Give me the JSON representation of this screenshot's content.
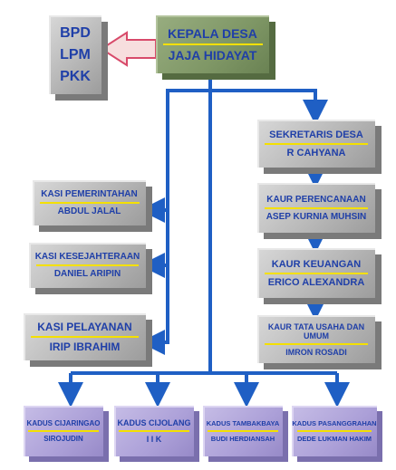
{
  "kepala": {
    "role": "KEPALA DESA",
    "name": "JAJA HIDAYAT"
  },
  "lembaga": [
    "BPD",
    "LPM",
    "PKK"
  ],
  "sekretaris": {
    "role": "SEKRETARIS DESA",
    "name": "R CAHYANA"
  },
  "kaur": [
    {
      "role": "KAUR PERENCANAAN",
      "name": "ASEP KURNIA MUHSIN"
    },
    {
      "role": "KAUR KEUANGAN",
      "name": "ERICO ALEXANDRA"
    },
    {
      "role": "KAUR TATA USAHA DAN UMUM",
      "name": "IMRON ROSADI"
    }
  ],
  "kasi": [
    {
      "role": "KASI PEMERINTAHAN",
      "name": "ABDUL JALAL"
    },
    {
      "role": "KASI KESEJAHTERAAN",
      "name": "DANIEL ARIPIN"
    },
    {
      "role": "KASI PELAYANAN",
      "name": "IRIP IBRAHIM"
    }
  ],
  "kadus": [
    {
      "role": "KADUS CIJARINGAO",
      "name": "SIROJUDIN"
    },
    {
      "role": "KADUS CIJOLANG",
      "name": "I I K"
    },
    {
      "role": "KADUS TAMBAKBAYA",
      "name": "BUDI HERDIANSAH"
    },
    {
      "role": "KADUS PASANGGRAHAN",
      "name": "DEDE LUKMAN HAKIM"
    }
  ],
  "colors": {
    "connector": "#1f5fc4",
    "text": "#1f3fa8",
    "separator": "#f4e000"
  }
}
